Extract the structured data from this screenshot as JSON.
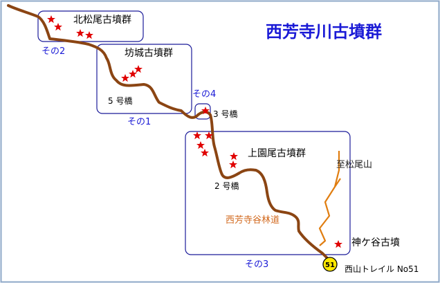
{
  "title": "西芳寺川古墳群",
  "colors": {
    "title": "#1a1ad6",
    "group_box": "#1a1a99",
    "group_label": "#1a1ad6",
    "river": "#8b4513",
    "trail": "#e07d10",
    "tomb_star": "#e00000",
    "border": "#8fa8c8",
    "route_marker": "#ffe800"
  },
  "sites": {
    "kita_matsuo": "北松尾古墳群",
    "boujou": "坊城古墳群",
    "kamizono": "上園尾古墳群",
    "jinkedani": "神ケ谷古墳"
  },
  "groups": {
    "g1": "その1",
    "g2": "その2",
    "g3": "その3",
    "g4": "その4"
  },
  "bridges": {
    "b2": "2 号橋",
    "b3": "3 号橋",
    "b5": "5 号橋"
  },
  "roads": {
    "forest_road": "西芳寺谷林道",
    "to_matsuo": "至松尾山"
  },
  "route_marker": {
    "number": "51",
    "caption": "西山トレイル No51"
  },
  "icons": {
    "tomb": "star-icon",
    "marker": "route-number-circle-icon"
  }
}
